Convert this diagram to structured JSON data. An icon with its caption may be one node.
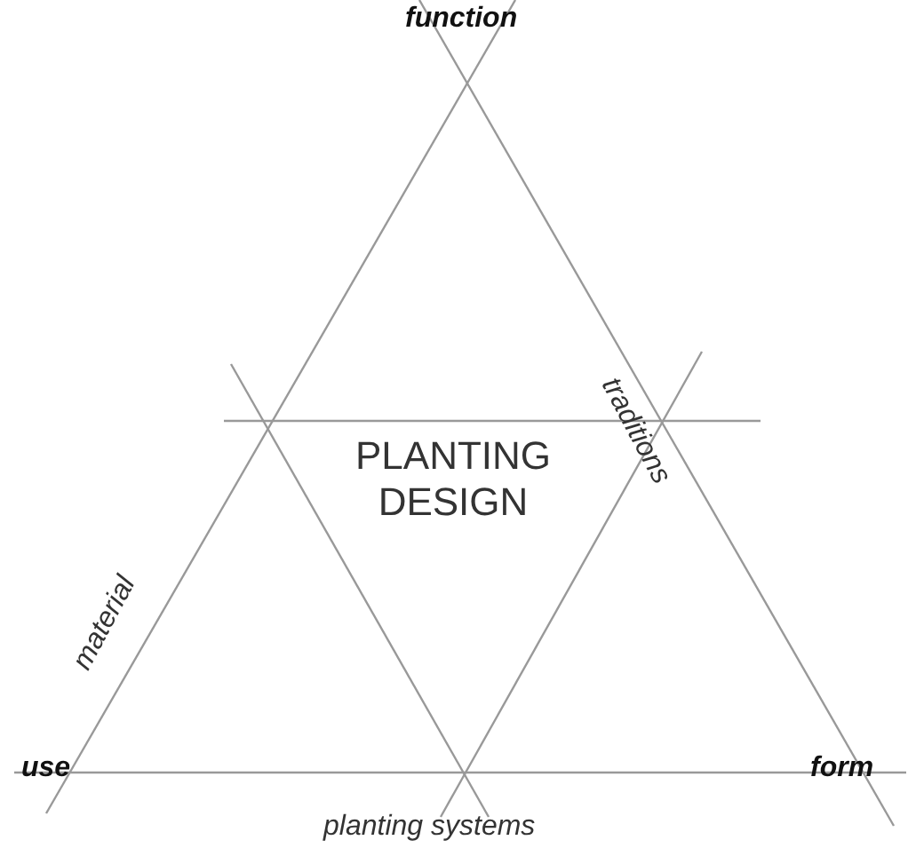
{
  "diagram": {
    "labels": [
      "function",
      "traditions",
      "PLANTING DESIGN",
      "material",
      "use",
      "form",
      "planting systems"
    ]
  }
}
